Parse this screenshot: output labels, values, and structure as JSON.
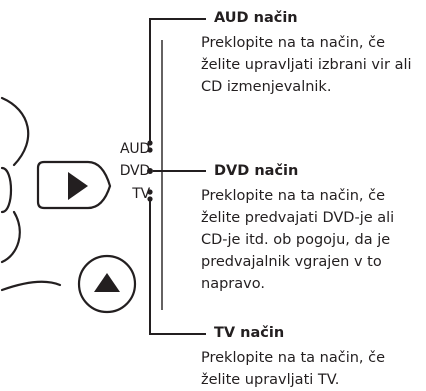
{
  "switch_labels": {
    "aud": "AUD",
    "dvd": "DVD",
    "tv": "TV"
  },
  "callouts": {
    "aud": {
      "title": "AUD način",
      "lines": [
        "Preklopite na ta način, če",
        "želite upravljati izbrani vir ali",
        "CD izmenjevalnik."
      ]
    },
    "dvd": {
      "title": "DVD način",
      "lines": [
        "Preklopite na ta način, če",
        "želite predvajati DVD-je ali",
        "CD-je itd. ob pogoju, da je",
        "predvajalnik vgrajen v to",
        "napravo."
      ]
    },
    "tv": {
      "title": "TV način",
      "lines": [
        "Preklopite na ta način, če",
        "želite upravljati TV."
      ]
    }
  },
  "colors": {
    "ink": "#231f20",
    "background": "#ffffff"
  },
  "icons": {
    "play_button": "play-triangle-icon",
    "up_button": "up-triangle-icon"
  }
}
